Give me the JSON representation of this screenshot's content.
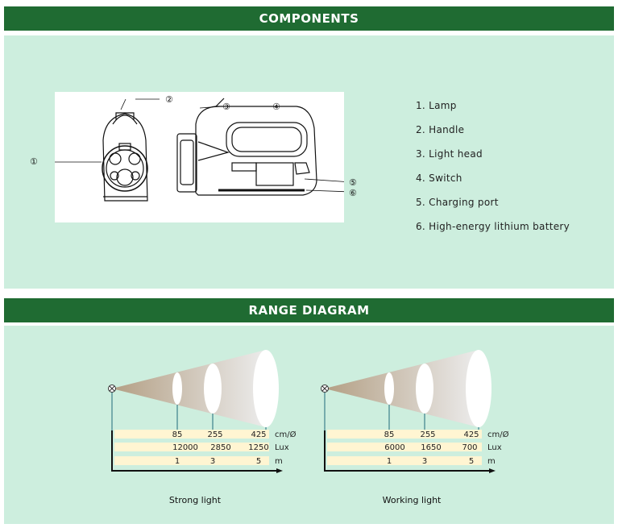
{
  "sections": {
    "components_title": "COMPONENTS",
    "range_title": "RANGE DIAGRAM"
  },
  "components": {
    "callouts": [
      "①",
      "②",
      "③",
      "④",
      "⑤",
      "⑥"
    ],
    "legend": [
      "1. Lamp",
      "2. Handle",
      "3. Light head",
      "4. Switch",
      "5. Charging port",
      "6. High-energy lithium battery"
    ]
  },
  "range": {
    "strong": {
      "caption": "Strong light",
      "distance": [
        "85",
        "255",
        "425"
      ],
      "distance_unit": "cm/Ø",
      "lux": [
        "12000",
        "2850",
        "1250"
      ],
      "lux_unit": "Lux",
      "meters": [
        "1",
        "3",
        "5"
      ],
      "meters_unit": "m"
    },
    "working": {
      "caption": "Working light",
      "distance": [
        "85",
        "255",
        "425"
      ],
      "distance_unit": "cm/Ø",
      "lux": [
        "6000",
        "1650",
        "700"
      ],
      "lux_unit": "Lux",
      "meters": [
        "1",
        "3",
        "5"
      ],
      "meters_unit": "m"
    }
  },
  "colors": {
    "header_green": "#1f6b32",
    "panel_mint": "#cdeede",
    "table_cream": "#fff5d2",
    "beam_tan": "#b8a48a"
  }
}
